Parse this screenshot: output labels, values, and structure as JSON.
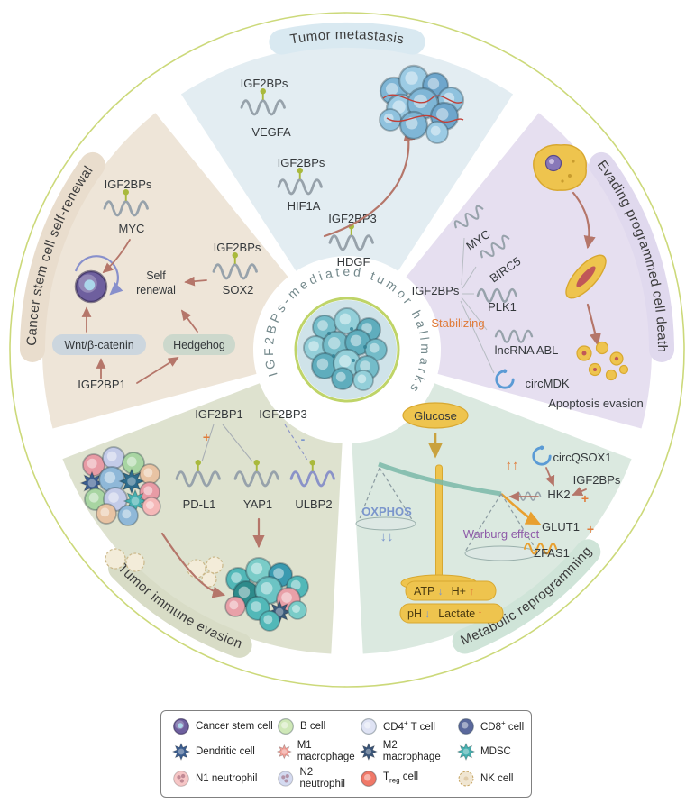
{
  "palette": {
    "sector_metastasis": "#e3edf2",
    "sector_evading": "#e6dff0",
    "sector_metabolic": "#dbe9e0",
    "sector_immune": "#dee2cf",
    "sector_stemcell": "#eee5d8",
    "outer_ring": "#ccd97a",
    "arrow_brown": "#b5766a",
    "accent_orange": "#e07b39",
    "accent_blue": "#7b96cc",
    "protein_dot": "#a9b93c"
  },
  "center": {
    "title": "IGF2BPs-mediated tumor hallmarks"
  },
  "metastasis": {
    "label": "Tumor metastasis",
    "pairs": [
      {
        "protein": "IGF2BPs",
        "target": "VEGFA"
      },
      {
        "protein": "IGF2BPs",
        "target": "HIF1A"
      },
      {
        "protein": "IGF2BP3",
        "target": "HDGF"
      }
    ]
  },
  "evading": {
    "label": "Evading programmed cell death",
    "protein": "IGF2BPs",
    "action": "Stabilizing",
    "targets": {
      "t1": "MYC",
      "t2": "BIRC5",
      "t3": "PLK1",
      "t4": "lncRNA ABL",
      "t5": "circMDK"
    },
    "caption": "Apoptosis evasion"
  },
  "metabolic": {
    "label": "Metabolic reprogramming",
    "glucose": "Glucose",
    "oxphos": "OXPHOS",
    "oxphos_arrows": "↓↓",
    "warburg": "Warburg effect",
    "warburg_arrows": "↑↑",
    "circqsox1": "circQSOX1",
    "protein": "IGF2BPs",
    "hk2": "HK2",
    "glut1": "GLUT1",
    "zfas1": "ZFAS1",
    "plus1": "+",
    "plus2": "+",
    "outputs": [
      {
        "label": "ATP",
        "dir": "↓"
      },
      {
        "label": "H+",
        "dir": "↑"
      },
      {
        "label": "pH",
        "dir": "↓"
      },
      {
        "label": "Lactate",
        "dir": "↑"
      }
    ]
  },
  "immune": {
    "label": "Tumor immune evasion",
    "protein1": "IGF2BP1",
    "protein2": "IGF2BP3",
    "plus": "+",
    "minus": "-",
    "targets": {
      "t1": "PD-L1",
      "t2": "YAP1",
      "t3": "ULBP2"
    }
  },
  "stemcell": {
    "label": "Cancer stem cell self-renewal",
    "pairs": [
      {
        "protein": "IGF2BPs",
        "target": "MYC"
      },
      {
        "protein": "IGF2BPs",
        "target": "SOX2"
      }
    ],
    "self_renewal": {
      "line1": "Self",
      "line2": "renewal"
    },
    "wnt": "Wnt/β-catenin",
    "hedgehog": "Hedgehog",
    "igf2bp1": "IGF2BP1"
  },
  "legend": {
    "items": [
      {
        "name": "Cancer stem cell"
      },
      {
        "name": "B cell"
      },
      {
        "base": "CD4",
        "sup": "+",
        "rest": " T cell"
      },
      {
        "base": "CD8",
        "sup": "+",
        "rest": " cell"
      },
      {
        "name": "Dendritic cell"
      },
      {
        "name": "M1 macrophage"
      },
      {
        "name": "M2 macrophage"
      },
      {
        "name": "MDSC"
      },
      {
        "name": "N1 neutrophil"
      },
      {
        "name": "N2 neutrophil"
      },
      {
        "base": "T",
        "sub": "reg",
        "rest": " cell"
      },
      {
        "name": "NK cell"
      }
    ]
  }
}
